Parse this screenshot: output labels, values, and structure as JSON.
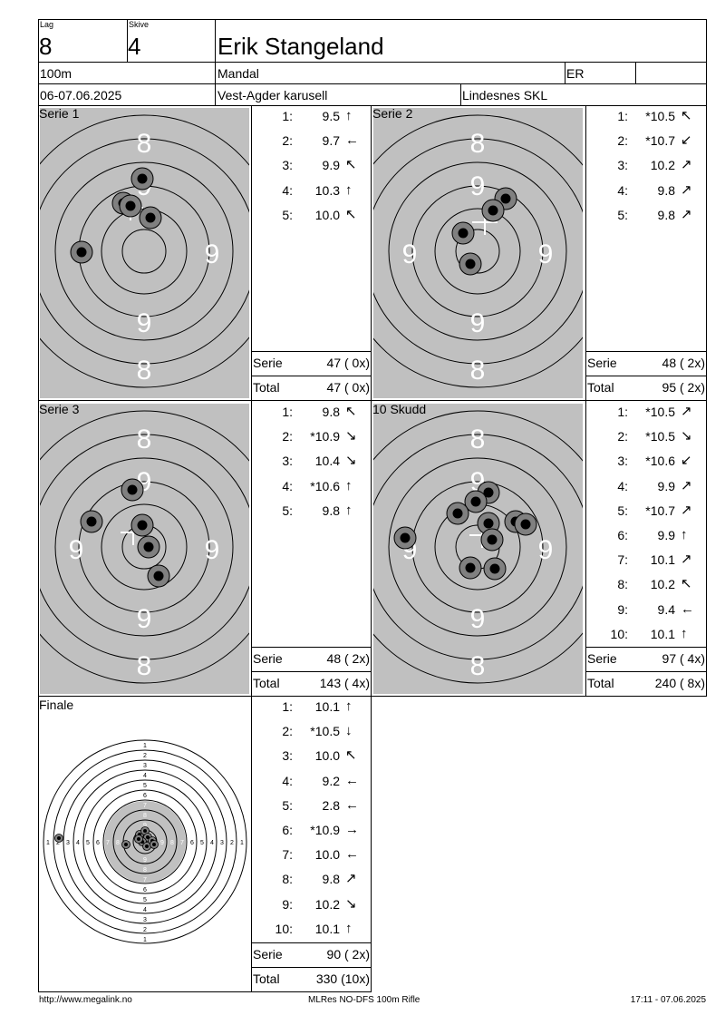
{
  "header": {
    "lag_label": "Lag",
    "lag": "8",
    "skive_label": "Skive",
    "skive": "4",
    "name": "Erik Stangeland",
    "distance": "100m",
    "club": "Mandal",
    "class": "ER",
    "date": "06-07.06.2025",
    "event": "Vest-Agder karusell",
    "organizer": "Lindesnes SKL"
  },
  "series": [
    {
      "title": "Serie 1",
      "shots": [
        {
          "no": "1:",
          "score": "9.5",
          "dir": "↑"
        },
        {
          "no": "2:",
          "score": "9.7",
          "dir": "←"
        },
        {
          "no": "3:",
          "score": "9.9",
          "dir": "↖"
        },
        {
          "no": "4:",
          "score": "10.3",
          "dir": "↑"
        },
        {
          "no": "5:",
          "score": "10.0",
          "dir": "↖"
        }
      ],
      "serie_label": "Serie",
      "serie_value": "47 ( 0x)",
      "total_label": "Total",
      "total_value": "47 ( 0x)",
      "ring_labels": [
        "8",
        "9",
        "9",
        "9",
        "8"
      ]
    },
    {
      "title": "Serie 2",
      "shots": [
        {
          "no": "1:",
          "score": "*10.5",
          "dir": "↖"
        },
        {
          "no": "2:",
          "score": "*10.7",
          "dir": "↙"
        },
        {
          "no": "3:",
          "score": "10.2",
          "dir": "↗"
        },
        {
          "no": "4:",
          "score": "9.8",
          "dir": "↗"
        },
        {
          "no": "5:",
          "score": "9.8",
          "dir": "↗"
        }
      ],
      "serie_label": "Serie",
      "serie_value": "48 ( 2x)",
      "total_label": "Total",
      "total_value": "95 ( 2x)",
      "ring_labels": [
        "8",
        "9",
        "9",
        "9",
        "9",
        "8"
      ]
    },
    {
      "title": "Serie 3",
      "shots": [
        {
          "no": "1:",
          "score": "9.8",
          "dir": "↖"
        },
        {
          "no": "2:",
          "score": "*10.9",
          "dir": "↘"
        },
        {
          "no": "3:",
          "score": "10.4",
          "dir": "↘"
        },
        {
          "no": "4:",
          "score": "*10.6",
          "dir": "↑"
        },
        {
          "no": "5:",
          "score": "9.8",
          "dir": "↑"
        }
      ],
      "serie_label": "Serie",
      "serie_value": "48 ( 2x)",
      "total_label": "Total",
      "total_value": "143 ( 4x)",
      "ring_labels": [
        "8",
        "9",
        "9",
        "9",
        "9",
        "8"
      ]
    },
    {
      "title": "10 Skudd",
      "shots": [
        {
          "no": "1:",
          "score": "*10.5",
          "dir": "↗"
        },
        {
          "no": "2:",
          "score": "*10.5",
          "dir": "↘"
        },
        {
          "no": "3:",
          "score": "*10.6",
          "dir": "↙"
        },
        {
          "no": "4:",
          "score": "9.9",
          "dir": "↗"
        },
        {
          "no": "5:",
          "score": "*10.7",
          "dir": "↗"
        },
        {
          "no": "6:",
          "score": "9.9",
          "dir": "↑"
        },
        {
          "no": "7:",
          "score": "10.1",
          "dir": "↗"
        },
        {
          "no": "8:",
          "score": "10.2",
          "dir": "↖"
        },
        {
          "no": "9:",
          "score": "9.4",
          "dir": "←"
        },
        {
          "no": "10:",
          "score": "10.1",
          "dir": "↑"
        }
      ],
      "serie_label": "Serie",
      "serie_value": "97 ( 4x)",
      "total_label": "Total",
      "total_value": "240 ( 8x)",
      "ring_labels": [
        "8",
        "9",
        "9",
        "9",
        "9",
        "8"
      ]
    }
  ],
  "finale": {
    "title": "Finale",
    "shots": [
      {
        "no": "1:",
        "score": "10.1",
        "dir": "↑"
      },
      {
        "no": "2:",
        "score": "*10.5",
        "dir": "↓"
      },
      {
        "no": "3:",
        "score": "10.0",
        "dir": "↖"
      },
      {
        "no": "4:",
        "score": "9.2",
        "dir": "←"
      },
      {
        "no": "5:",
        "score": "2.8",
        "dir": "←"
      },
      {
        "no": "6:",
        "score": "*10.9",
        "dir": "→"
      },
      {
        "no": "7:",
        "score": "10.0",
        "dir": "←"
      },
      {
        "no": "8:",
        "score": "9.8",
        "dir": "↗"
      },
      {
        "no": "9:",
        "score": "10.2",
        "dir": "↘"
      },
      {
        "no": "10:",
        "score": "10.1",
        "dir": "↑"
      }
    ],
    "serie_label": "Serie",
    "serie_value": "90 ( 2x)",
    "total_label": "Total",
    "total_value": "330 (10x)",
    "ring_numbers": [
      "1",
      "2",
      "3",
      "4",
      "5",
      "6",
      "7",
      "8",
      "9"
    ]
  },
  "footer": {
    "left": "http://www.megalink.no",
    "center": "MLRes NO-DFS 100m Rifle",
    "right": "17:11 - 07.06.2025"
  }
}
